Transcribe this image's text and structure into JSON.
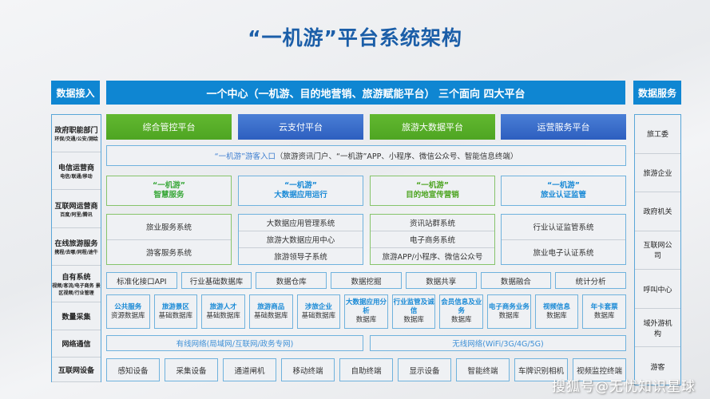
{
  "title": "“一机游”平台系统架构",
  "left_header": "数据接入",
  "left_items": [
    {
      "main": "政府职能部门",
      "sub": "环保/交通/公安/测绘"
    },
    {
      "main": "电信运营商",
      "sub": "电信/联通/移动"
    },
    {
      "main": "互联网运营商",
      "sub": "百度/阿里/腾讯"
    },
    {
      "main": "在线旅游服务",
      "sub": "携程/去哪/同程/途牛"
    },
    {
      "main": "自有系统",
      "sub": "视频/客流/电子商务 景区视频/行业管理"
    },
    {
      "main": "数量采集",
      "sub": ""
    },
    {
      "main": "网络通信",
      "sub": ""
    },
    {
      "main": "互联网设备",
      "sub": ""
    }
  ],
  "banner": "一个中心（一机游、目的地营销、旅游赋能平台）  三个面向  四大平台",
  "platforms": [
    "综合管控平台",
    "云支付平台",
    "旅游大数据平台",
    "运营服务平台"
  ],
  "entry": {
    "highlight": "“一机游”游客入口",
    "rest": "（旅游资讯门户、“一机游”APP、小程序、微信公众号、智能信息终端）"
  },
  "modules": [
    {
      "l1": "“一机游”",
      "l2": "智慧服务",
      "systems": [
        "旅业服务系统",
        "游客服务系统"
      ]
    },
    {
      "l1": "“一机游”",
      "l2": "大数据应用运行",
      "systems": [
        "大数据应用管理系统",
        "旅游大数据应用中心",
        "旅游领导子系统"
      ]
    },
    {
      "l1": "“一机游”",
      "l2": "目的地宣传营销",
      "systems": [
        "资讯站群系统",
        "电子商务系统",
        "旅游APP/小程序、微信公众号"
      ]
    },
    {
      "l1": "“一机游”",
      "l2": "旅业认证监管",
      "systems": [
        "行业认证监管系统",
        "旅业电子认证系统"
      ]
    }
  ],
  "data_tools": [
    "标准化接口API",
    "行业基础数据库",
    "数据仓库",
    "数据挖掘",
    "数据共享",
    "数据融合",
    "统计分析"
  ],
  "databases": [
    {
      "h": "公共服务",
      "s": "资源数据库"
    },
    {
      "h": "旅游景区",
      "s": "基础数据库"
    },
    {
      "h": "旅游人才",
      "s": "基础数据库"
    },
    {
      "h": "旅游商品",
      "s": "基础数据库"
    },
    {
      "h": "涉旅企业",
      "s": "基础数据库"
    },
    {
      "h": "大数据应用分析",
      "s": "数据库"
    },
    {
      "h": "行业监管及诚信",
      "s": "数据库"
    },
    {
      "h": "会员信息及业务",
      "s": "数据库"
    },
    {
      "h": "电子商务业务",
      "s": "数据库"
    },
    {
      "h": "视频信息",
      "s": "数据库"
    },
    {
      "h": "年卡套票",
      "s": "数据库"
    }
  ],
  "networks": [
    "有线网络(局域网/互联网/政务专网)",
    "无线网络(WiFi/3G/4G/5G)"
  ],
  "devices": [
    "感知设备",
    "采集设备",
    "通道闸机",
    "移动终端",
    "自助终端",
    "显示设备",
    "智能终端",
    "车牌识别相机",
    "视频监控终端"
  ],
  "right_header": "数据服务",
  "right_items": [
    "旅工委",
    "旅游企业",
    "政府机关",
    "互联网公司",
    "呼叫中心",
    "域外游机构",
    "游客"
  ],
  "watermark": "搜狐号@无忧知识星球",
  "colors": {
    "blue": "#0f86d2",
    "green": "#4ea522",
    "title": "#1b5ea8"
  }
}
